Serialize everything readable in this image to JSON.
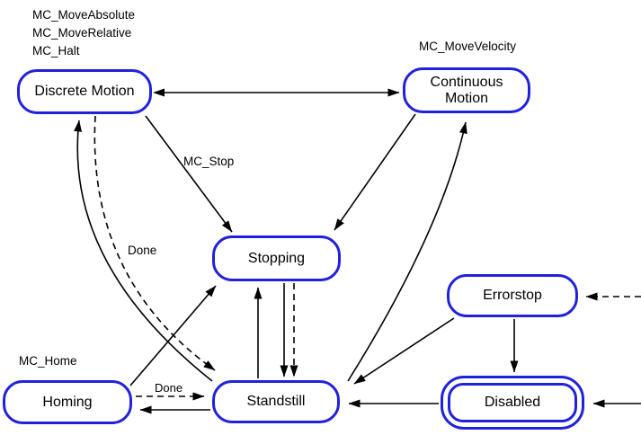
{
  "diagram": {
    "kind": "motion-control-state-diagram",
    "colors": {
      "state_border": "#2121DC",
      "line": "#000000",
      "text": "#000000",
      "background": "#FFFFFF"
    },
    "states": {
      "discrete_motion": {
        "label": "Discrete Motion"
      },
      "continuous_motion": {
        "label": "Continuous Motion",
        "label_line1": "Continuous",
        "label_line2": "Motion"
      },
      "stopping": {
        "label": "Stopping"
      },
      "errorstop": {
        "label": "Errorstop"
      },
      "standstill": {
        "label": "Standstill"
      },
      "homing": {
        "label": "Homing"
      },
      "disabled": {
        "label": "Disabled",
        "double_border": true
      }
    },
    "annotations": {
      "discrete_commands": {
        "line1": "MC_MoveAbsolute",
        "line2": "MC_MoveRelative",
        "line3": "MC_Halt"
      },
      "continuous_command": "MC_MoveVelocity",
      "stop_label": "MC_Stop",
      "done_discrete": "Done",
      "home_command": "MC_Home",
      "done_homing": "Done"
    },
    "transitions": [
      {
        "from": "discrete_motion",
        "to": "continuous_motion",
        "style": "solid",
        "bidirectional": true,
        "label": ""
      },
      {
        "from": "discrete_motion",
        "to": "stopping",
        "style": "solid",
        "label": "MC_Stop"
      },
      {
        "from": "continuous_motion",
        "to": "stopping",
        "style": "solid",
        "label": ""
      },
      {
        "from": "standstill",
        "to": "stopping",
        "style": "solid",
        "label": ""
      },
      {
        "from": "stopping",
        "to": "standstill",
        "style": "solid",
        "label": ""
      },
      {
        "from": "stopping",
        "to": "standstill",
        "style": "dashed",
        "label": ""
      },
      {
        "from": "standstill",
        "to": "discrete_motion",
        "style": "solid",
        "label": "MC_MoveAbsolute / MC_MoveRelative / MC_Halt"
      },
      {
        "from": "discrete_motion",
        "to": "standstill",
        "style": "dashed",
        "label": "Done"
      },
      {
        "from": "homing",
        "to": "stopping",
        "style": "solid",
        "label": ""
      },
      {
        "from": "standstill",
        "to": "continuous_motion",
        "style": "solid",
        "label": "MC_MoveVelocity"
      },
      {
        "from": "errorstop",
        "to": "standstill",
        "style": "solid",
        "label": ""
      },
      {
        "from": "errorstop",
        "to": "disabled",
        "style": "solid",
        "label": ""
      },
      {
        "from": "disabled",
        "to": "standstill",
        "style": "solid",
        "label": ""
      },
      {
        "from": "external",
        "to": "errorstop",
        "style": "dashed",
        "label": ""
      },
      {
        "from": "external",
        "to": "disabled",
        "style": "solid",
        "label": ""
      },
      {
        "from": "homing",
        "to": "standstill",
        "style": "dashed",
        "label": "Done"
      },
      {
        "from": "standstill",
        "to": "homing",
        "style": "solid",
        "label": "MC_Home"
      }
    ]
  }
}
